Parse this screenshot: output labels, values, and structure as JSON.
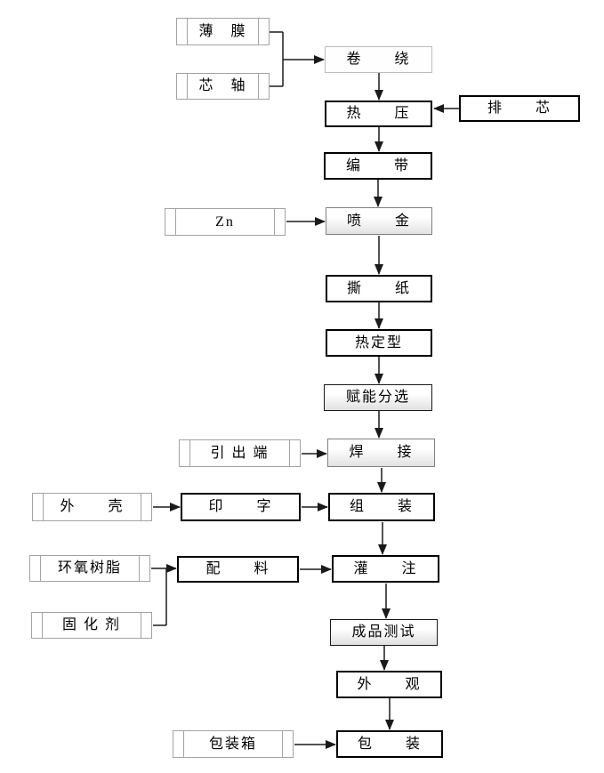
{
  "diagram": {
    "type": "flowchart",
    "language": "zh-CN",
    "colors": {
      "background": "#ffffff",
      "process_border": "#000000",
      "input_border": "#a3a3a3",
      "shaded_border_gray": "#808080",
      "shaded_fill_bottom": "#e2e2e2",
      "arrow": "#1a1a1a"
    },
    "nodes": [
      {
        "id": "film",
        "label": "薄　膜",
        "kind": "input"
      },
      {
        "id": "mandrel",
        "label": "芯　轴",
        "kind": "input"
      },
      {
        "id": "winding",
        "label": "卷　　绕",
        "kind": "process-light"
      },
      {
        "id": "hot-press",
        "label": "热　　压",
        "kind": "process"
      },
      {
        "id": "core-arranging",
        "label": "排　　芯",
        "kind": "process"
      },
      {
        "id": "taping",
        "label": "编　　带",
        "kind": "process"
      },
      {
        "id": "zinc",
        "label": "Zn",
        "kind": "input"
      },
      {
        "id": "metal-spray",
        "label": "喷　　金",
        "kind": "process-shaded-gray"
      },
      {
        "id": "paper-tear",
        "label": "撕　　纸",
        "kind": "process"
      },
      {
        "id": "heat-setting",
        "label": "热定型",
        "kind": "process"
      },
      {
        "id": "energize-sort",
        "label": "赋能分选",
        "kind": "process-shaded-dark"
      },
      {
        "id": "lead-terminal",
        "label": "引 出 端",
        "kind": "input"
      },
      {
        "id": "welding",
        "label": "焊　　接",
        "kind": "process-shaded-gray"
      },
      {
        "id": "casing",
        "label": "外　　壳",
        "kind": "input"
      },
      {
        "id": "printing",
        "label": "印　　字",
        "kind": "process"
      },
      {
        "id": "assembly",
        "label": "组　　装",
        "kind": "process"
      },
      {
        "id": "epoxy-resin",
        "label": "环氧树脂",
        "kind": "input"
      },
      {
        "id": "compounding",
        "label": "配　　料",
        "kind": "process"
      },
      {
        "id": "curing-agent",
        "label": "固 化 剂",
        "kind": "input"
      },
      {
        "id": "potting",
        "label": "灌　　注",
        "kind": "process"
      },
      {
        "id": "final-test",
        "label": "成品测试",
        "kind": "process-shaded-dark"
      },
      {
        "id": "appearance",
        "label": "外　　观",
        "kind": "process"
      },
      {
        "id": "packing-box",
        "label": "包装箱",
        "kind": "input"
      },
      {
        "id": "packing",
        "label": "包　　装",
        "kind": "process"
      }
    ],
    "edges": [
      {
        "from": "film",
        "to": "winding"
      },
      {
        "from": "mandrel",
        "to": "winding"
      },
      {
        "from": "winding",
        "to": "hot-press"
      },
      {
        "from": "core-arranging",
        "to": "hot-press"
      },
      {
        "from": "hot-press",
        "to": "taping"
      },
      {
        "from": "taping",
        "to": "metal-spray"
      },
      {
        "from": "zinc",
        "to": "metal-spray"
      },
      {
        "from": "metal-spray",
        "to": "paper-tear"
      },
      {
        "from": "paper-tear",
        "to": "heat-setting"
      },
      {
        "from": "heat-setting",
        "to": "energize-sort"
      },
      {
        "from": "energize-sort",
        "to": "welding"
      },
      {
        "from": "lead-terminal",
        "to": "welding"
      },
      {
        "from": "welding",
        "to": "assembly"
      },
      {
        "from": "casing",
        "to": "printing"
      },
      {
        "from": "printing",
        "to": "assembly"
      },
      {
        "from": "assembly",
        "to": "potting"
      },
      {
        "from": "epoxy-resin",
        "to": "compounding"
      },
      {
        "from": "curing-agent",
        "to": "compounding"
      },
      {
        "from": "compounding",
        "to": "potting"
      },
      {
        "from": "potting",
        "to": "final-test"
      },
      {
        "from": "final-test",
        "to": "appearance"
      },
      {
        "from": "appearance",
        "to": "packing"
      },
      {
        "from": "packing-box",
        "to": "packing"
      }
    ]
  }
}
